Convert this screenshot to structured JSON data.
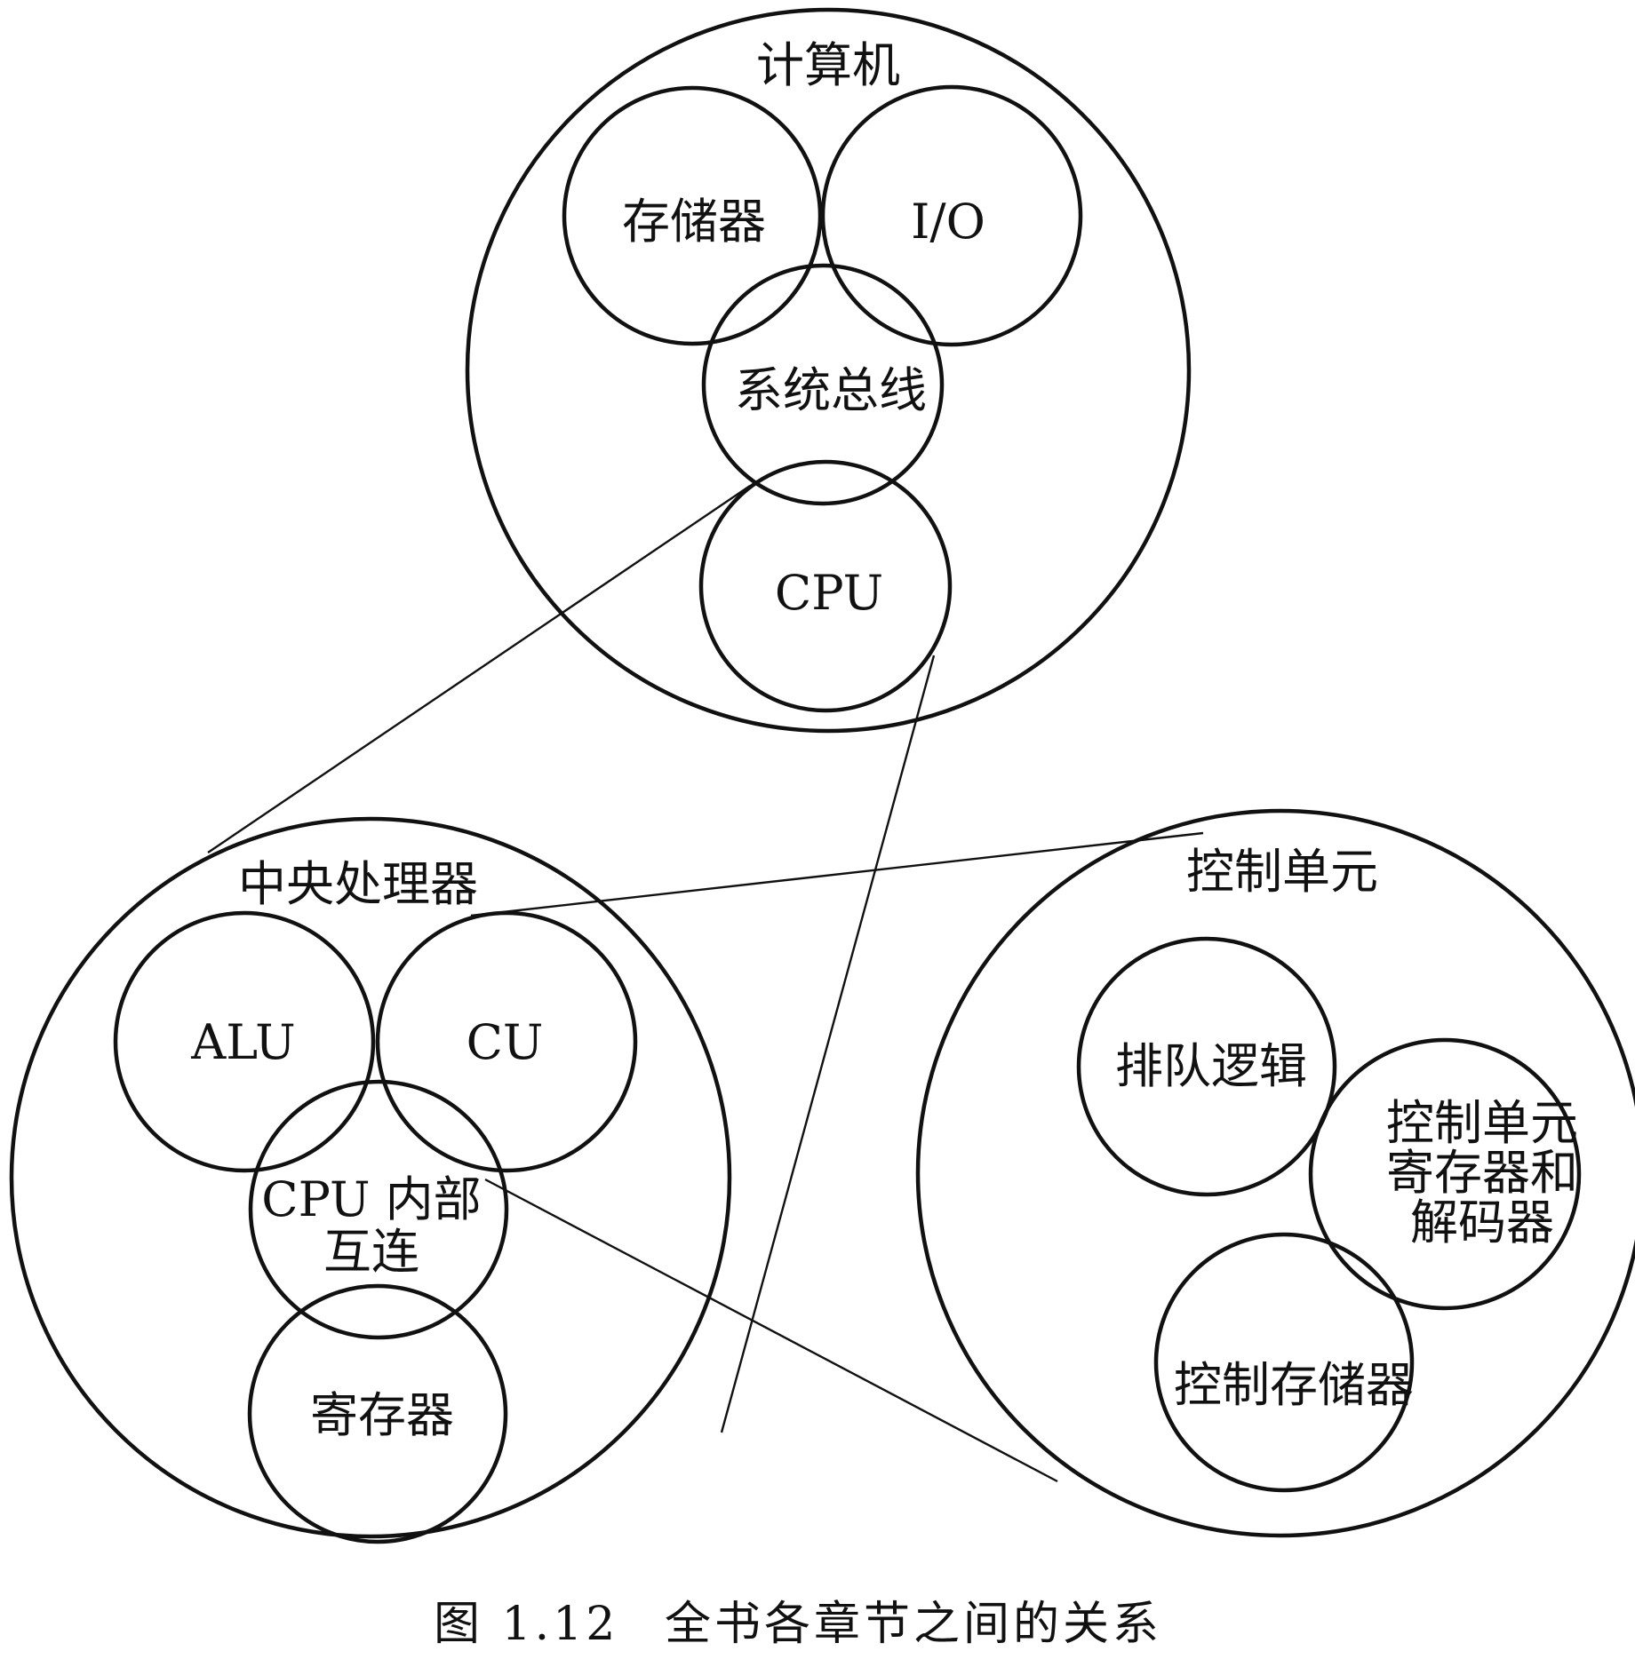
{
  "colors": {
    "ink": "#111111",
    "background": "#ffffff"
  },
  "diagram": {
    "computer": {
      "title": "计算机",
      "memory": "存储器",
      "io": "I/O",
      "system_bus": "系统总线",
      "cpu": "CPU"
    },
    "cpu_detail": {
      "title": "中央处理器",
      "alu": "ALU",
      "cu": "CU",
      "interconnect_line1": "CPU 内部",
      "interconnect_line2": "互连",
      "registers": "寄存器"
    },
    "control_unit": {
      "title": "控制单元",
      "sequencing_logic": "排队逻辑",
      "cu_registers_line1": "控制单元",
      "cu_registers_line2": "寄存器和",
      "cu_registers_line3": "解码器",
      "control_memory": "控制存储器"
    }
  },
  "caption": {
    "figure_number": "图 1.12",
    "text": "全书各章节之间的关系"
  }
}
